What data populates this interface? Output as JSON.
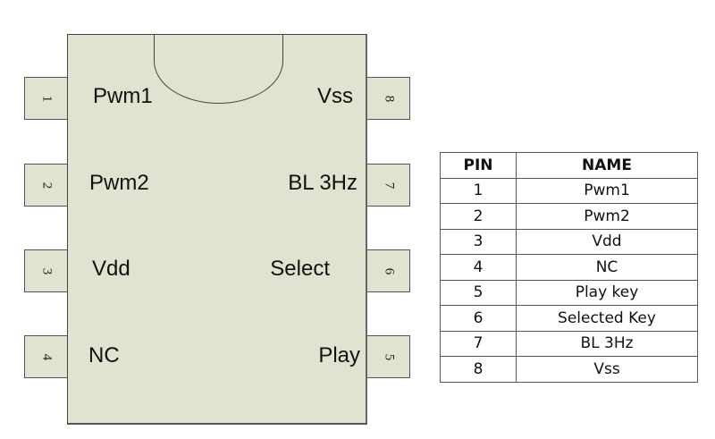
{
  "diagram": {
    "type": "ic-pinout",
    "package": "DIP-8",
    "left_pins": [
      {
        "number": "1",
        "label": "Pwm1"
      },
      {
        "number": "2",
        "label": "Pwm2"
      },
      {
        "number": "3",
        "label": "Vdd"
      },
      {
        "number": "4",
        "label": "NC"
      }
    ],
    "right_pins": [
      {
        "number": "8",
        "label": "Vss"
      },
      {
        "number": "7",
        "label": "BL 3Hz"
      },
      {
        "number": "6",
        "label": "Select"
      },
      {
        "number": "5",
        "label": "Play"
      }
    ],
    "colors": {
      "body": "#e0e3cf",
      "outline": "#444444"
    }
  },
  "table": {
    "headers": [
      "PIN",
      "NAME"
    ],
    "rows": [
      [
        "1",
        "Pwm1"
      ],
      [
        "2",
        "Pwm2"
      ],
      [
        "3",
        "Vdd"
      ],
      [
        "4",
        "NC"
      ],
      [
        "5",
        "Play key"
      ],
      [
        "6",
        "Selected Key"
      ],
      [
        "7",
        "BL 3Hz"
      ],
      [
        "8",
        "Vss"
      ]
    ]
  }
}
